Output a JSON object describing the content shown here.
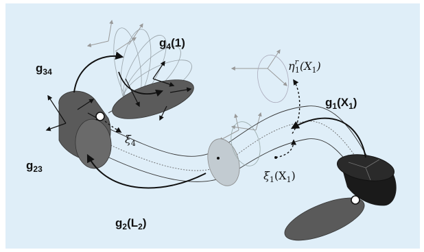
{
  "labels": {
    "g34": {
      "main": "g",
      "sub": "34"
    },
    "g4": {
      "main": "g",
      "sub": "4",
      "arg": "(1)"
    },
    "g23": {
      "main": "g",
      "sub": "23"
    },
    "g1": {
      "main": "g",
      "sub": "1",
      "arg_open": "(X",
      "arg_sub": "1",
      "arg_close": ")"
    },
    "g2": {
      "main": "g",
      "sub": "2",
      "arg_open": "(L",
      "arg_sub": "2",
      "arg_close": ")"
    },
    "xi4": {
      "main": "ξ",
      "sub": "4"
    },
    "xi1": {
      "main": "ξ",
      "sub": "1",
      "arg_open": "(X",
      "arg_sub": "1",
      "arg_close": ")"
    },
    "eta1": {
      "main": "η",
      "sub": "1",
      "sup": "r",
      "arg_open": "(X",
      "arg_sub": "1",
      "arg_close": ")"
    }
  },
  "colors": {
    "background": "#dfeef8",
    "segment_dark": "#555555",
    "segment_light": "#b8c2c8",
    "end_effector": "#1a1a1a",
    "frame_gray": "#999999"
  }
}
